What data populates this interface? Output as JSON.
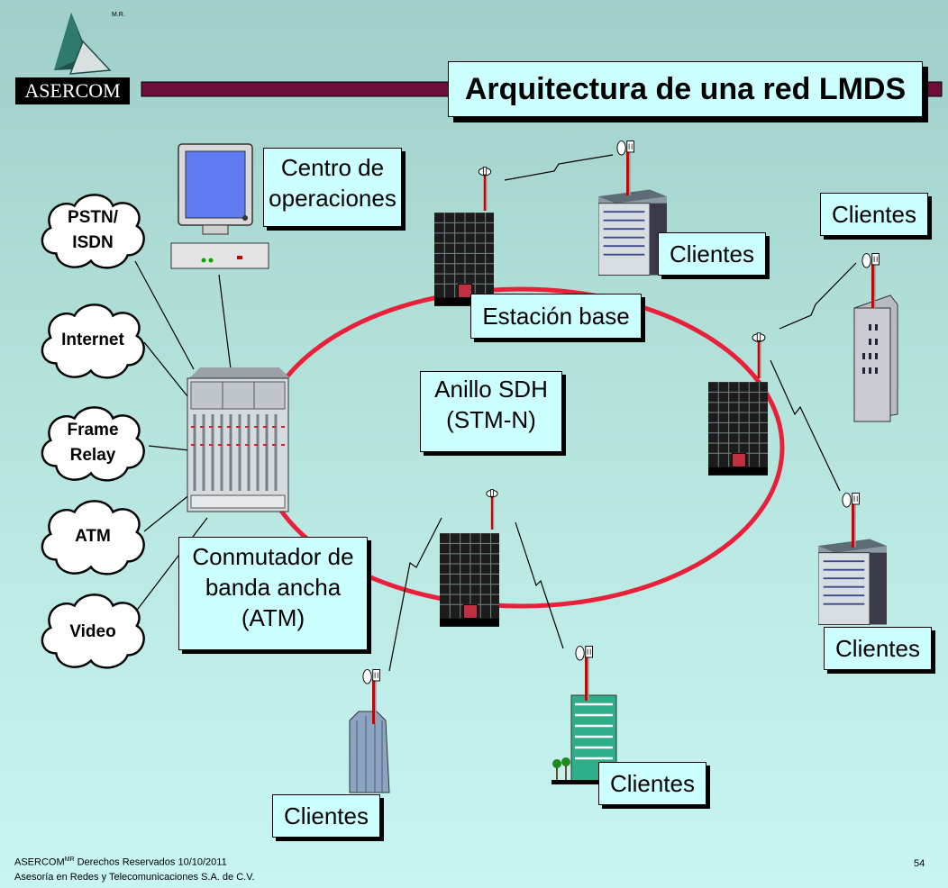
{
  "logo": {
    "mark_note": "M.R.",
    "company": "ASERCOM"
  },
  "title": "Arquitectura de una red LMDS",
  "labels": {
    "operations_center": [
      "Centro de",
      "operaciones"
    ],
    "base_station": "Estación base",
    "ring": [
      "Anillo SDH",
      "(STM-N)"
    ],
    "switch": [
      "Conmutador de",
      "banda ancha",
      "(ATM)"
    ],
    "clients_top_center": "Clientes",
    "clients_top_right": "Clientes",
    "clients_right": "Clientes",
    "clients_bottom_center": "Clientes",
    "clients_bottom_left": "Clientes"
  },
  "clouds": [
    {
      "lines": [
        "PSTN/",
        "ISDN"
      ]
    },
    {
      "lines": [
        "Internet"
      ]
    },
    {
      "lines": [
        "Frame",
        "Relay"
      ]
    },
    {
      "lines": [
        "ATM"
      ]
    },
    {
      "lines": [
        "Video"
      ]
    }
  ],
  "footer": {
    "copyright_prefix": "ASERCOM",
    "copyright_sup": "MR",
    "copyright_suffix": " Derechos Reservados 10/10/2011",
    "company_full": "Asesoría en Redes y Telecomunicaciones S.A. de C.V.",
    "page_number": "54"
  },
  "colors": {
    "ring": "#e8203a",
    "title_bar": "#6b0f3a",
    "label_bg": "#ccffff",
    "building": "#1c1c1c"
  }
}
